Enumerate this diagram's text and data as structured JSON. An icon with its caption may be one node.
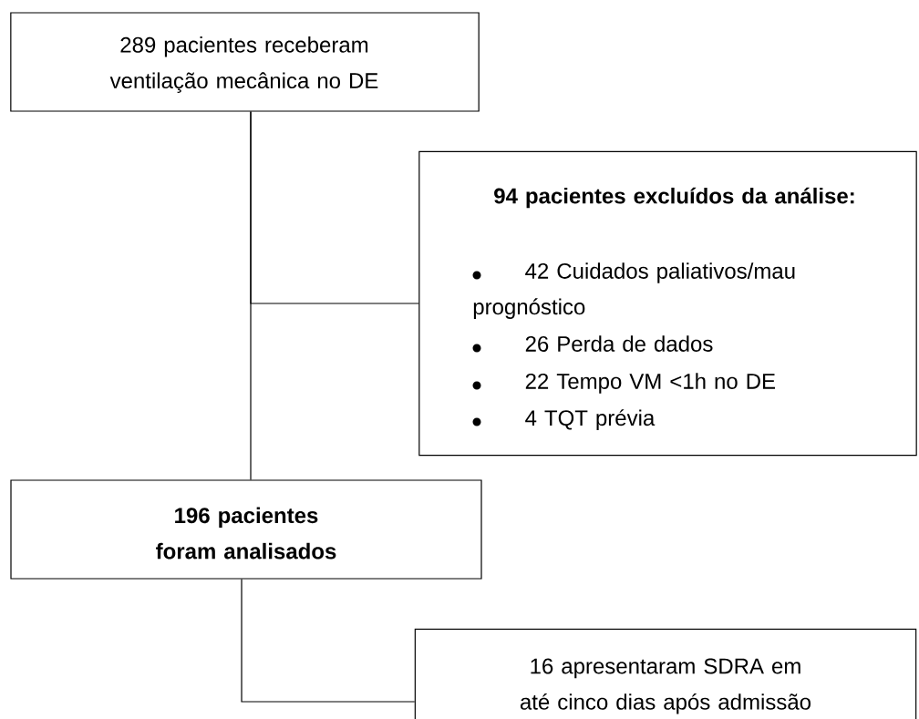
{
  "diagram": {
    "nodes": [
      {
        "text": [
          "289 pacientes receberam ventilação mecânica no DE"
        ]
      },
      {
        "text": [
          "94 pacientes excluídos da análise:",
          "42 Cuidados paliativos/mau prognóstico",
          "26 Perda de dados",
          "22 Tempo VM <1h no DE",
          "4 TQT prévia"
        ]
      },
      {
        "text": [
          "196 pacientes foram analisados"
        ]
      },
      {
        "text": [
          "16 apresentaram SDRA em até cinco dias após admissão"
        ]
      }
    ],
    "edges": [
      {
        "from": 0,
        "to": 2,
        "arrow": "none"
      },
      {
        "from": 0,
        "to": 1,
        "arrow": "none"
      },
      {
        "from": 2,
        "to": 3,
        "arrow": "none"
      }
    ]
  }
}
